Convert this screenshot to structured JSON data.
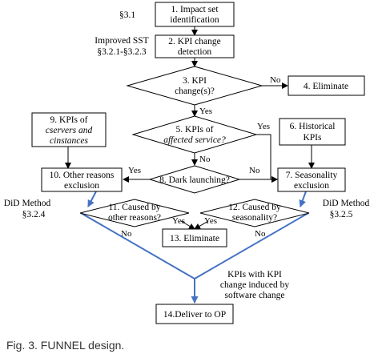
{
  "boxes": {
    "b1": {
      "line1": "1. Impact set",
      "line2": "identification"
    },
    "b2": {
      "line1": "2. KPI change",
      "line2": "detection"
    },
    "b4": {
      "text": "4. Eliminate"
    },
    "b6": {
      "line1": "6. Historical",
      "line2": "KPIs"
    },
    "b7": {
      "line1": "7. Seasonality",
      "line2": "exclusion"
    },
    "b9": {
      "line1": "9. KPIs of",
      "line2": "cservers and",
      "line3": "cinstances"
    },
    "b10": {
      "line1": "10. Other reasons",
      "line2": "exclusion"
    },
    "b13": {
      "text": "13. Eliminate"
    },
    "b14": {
      "text": "14.Deliver to OP"
    }
  },
  "diamonds": {
    "d3": {
      "line1": "3. KPI",
      "line2": "change(s)?"
    },
    "d5": {
      "line1": "5. KPIs of",
      "line2": "affected service?"
    },
    "d8": {
      "text": "8. Dark launching?"
    },
    "d11": {
      "line1": "11. Caused by",
      "line2": "other reasons?"
    },
    "d12": {
      "line1": "12. Caused by",
      "line2": "seasonality?"
    }
  },
  "side_labels": {
    "s31": "§3.1",
    "improved_line1": "Improved SST",
    "improved_line2": "§3.2.1-§3.2.3",
    "did_left_line1": "DiD Method",
    "did_left_line2": "§3.2.4",
    "did_right_line1": "DiD Method",
    "did_right_line2": "§3.2.5"
  },
  "edge_labels": {
    "no_d3": "No",
    "yes_d3": "Yes",
    "yes_d5": "Yes",
    "no_d5": "No",
    "yes_d8": "Yes",
    "no_d8": "No",
    "no_d11": "No",
    "yes_d11": "Yes",
    "yes_d12": "Yes",
    "no_d12": "No"
  },
  "funnel_note": {
    "line1": "KPIs with KPI",
    "line2": "change induced by",
    "line3": "software change"
  },
  "caption": "Fig. 3. FUNNEL design.",
  "colors": {
    "line": "#000000",
    "funnel": "#4472C4"
  }
}
